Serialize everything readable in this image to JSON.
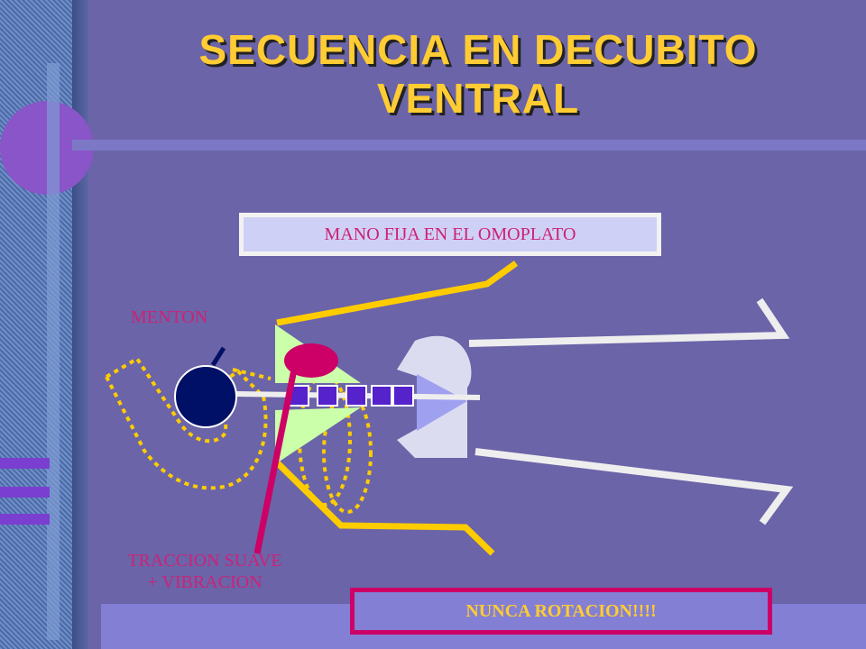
{
  "slide": {
    "title_line1": "SECUENCIA EN DECUBITO",
    "title_line2": "VENTRAL"
  },
  "labels": {
    "hand": "MANO FIJA EN EL OMOPLATO",
    "chin": "MENTON",
    "traction_line1": "TRACCION SUAVE",
    "traction_line2": "+ VIBRACION",
    "warning": "NUNCA ROTACION!!!!"
  },
  "colors": {
    "background": "#6b64a8",
    "title": "#ffcc33",
    "label_text": "#cc2277",
    "warning_border": "#cc0066",
    "yellow_line": "#ffcc00",
    "white_line": "#eeeeee",
    "head": "#001066",
    "shoulder": "#cc0066",
    "triangle": "#ccffaa"
  }
}
